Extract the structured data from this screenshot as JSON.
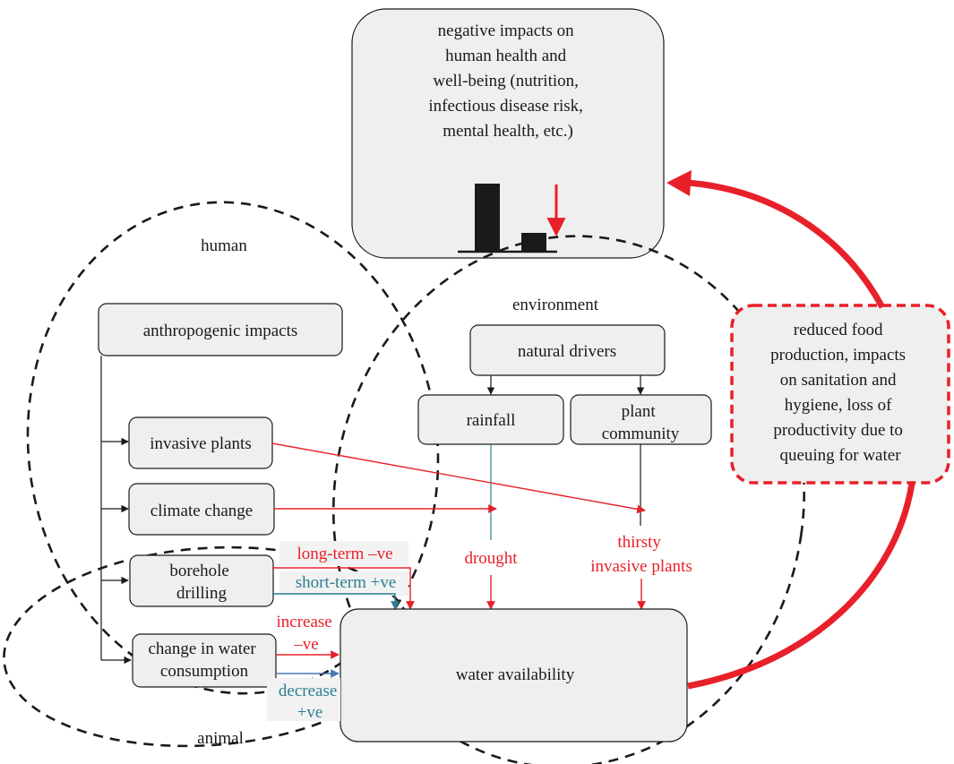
{
  "outcome_box": {
    "lines": [
      "negative impacts on",
      "human health and",
      "well-being (nutrition,",
      "infectious disease risk,",
      "mental health, etc.)"
    ],
    "bar_levels": [
      1.0,
      0.28
    ]
  },
  "regions": {
    "human": "human",
    "environment": "environment",
    "animal": "animal"
  },
  "nodes": {
    "anthropogenic_impacts": "anthropogenic impacts",
    "natural_drivers": "natural drivers",
    "rainfall": "rainfall",
    "plant_community": [
      "plant",
      "community"
    ],
    "invasive_plants": "invasive plants",
    "climate_change": "climate change",
    "borehole_drilling": [
      "borehole",
      "drilling"
    ],
    "water_consumption": [
      "change in water",
      "consumption"
    ],
    "water_availability": "water availability"
  },
  "labels": {
    "drought": "drought",
    "thirsty": [
      "thirsty",
      "invasive plants"
    ],
    "long_term": "long-term –ve",
    "short_term": "short-term +ve",
    "increase": [
      "increase",
      "–ve"
    ],
    "decrease": [
      "decrease",
      "+ve"
    ]
  },
  "impacts_box": {
    "lines": [
      "reduced food",
      "production, impacts",
      "on sanitation and",
      "hygiene, loss of",
      "productivity due to",
      "queuing for water"
    ]
  },
  "colors": {
    "red": "#e8202a",
    "blue": "#2b7e93",
    "arrow_blue": "#4a78b0",
    "box_fill": "#efefef",
    "ink": "#1a1a1a"
  }
}
